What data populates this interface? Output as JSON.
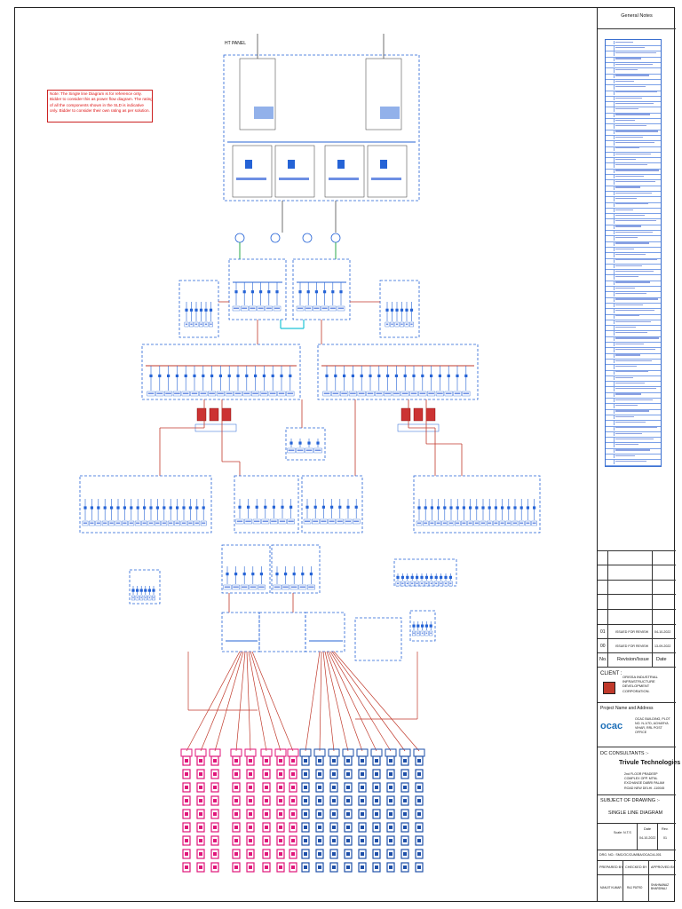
{
  "general_notes_title": "General Notes",
  "note": "Note: The Single line Diagram is for reference only. Bidder to consider this as power flow diagram. The rating of all the components shown in the SLD is indicative only. Bidder to consider their own rating as per solution.",
  "ht_panel_label": "HT PANEL",
  "revisions": [
    {
      "no": "01",
      "desc": "ISSUED FOR REVIEW",
      "date": "04-10-2022"
    },
    {
      "no": "00",
      "desc": "ISSUED FOR REVIEW",
      "date": "13-09-2022"
    }
  ],
  "revision_header": {
    "no": "No.",
    "desc": "Revision/Issue",
    "date": "Date"
  },
  "client_label": "CLIENT :",
  "client_name": "ORISSA INDUSTRIAL INFRASTRUCTURE DEVELOPMENT CORPORATION.",
  "project_label": "Project Name and Address",
  "project_logo": "ocac",
  "project_address": "OCAC BUILDING, PLOT NO. N-1/7D, ACHARYA VIHAR, RRL POST OFFICE",
  "consultant_label": "DC CONSULTANTS :-",
  "consultant_name": "Trivule Technologies",
  "consultant_address": "2nd FLOOR PRADEEP COMPLEX OPP. MTNL EXCHANGE DABRI PALAM ROAD NEW DELHI -110045",
  "subject_label": "SUBJECT OF DRAWING :-",
  "subject": "SINGLE LINE DIAGRAM",
  "scale_label": "Scale: N.T.S",
  "date_label": "Date",
  "date_value": "04-10-2022",
  "rev_label": "Rev.",
  "rev_value": "01",
  "drg_no": "DRG. NO.: SMC/OC/CUM/BA/OCAC/A-001",
  "prepared_by_label": "PREPARED BY",
  "checked_by_label": "CHECKED BY",
  "approved_by_label": "APPROVED BY",
  "prepared_by": "MANJIT KUMAR",
  "checked_by": "RAJ PATRO",
  "approved_by": "SHAHNAWAZ BHARDWAJ",
  "colors": {
    "panel_line": "#2563d6",
    "feeder_red": "#c0392b",
    "rack_pink": "#e0157a",
    "rack_blue": "#1e4fa8",
    "note_red": "#d11"
  }
}
